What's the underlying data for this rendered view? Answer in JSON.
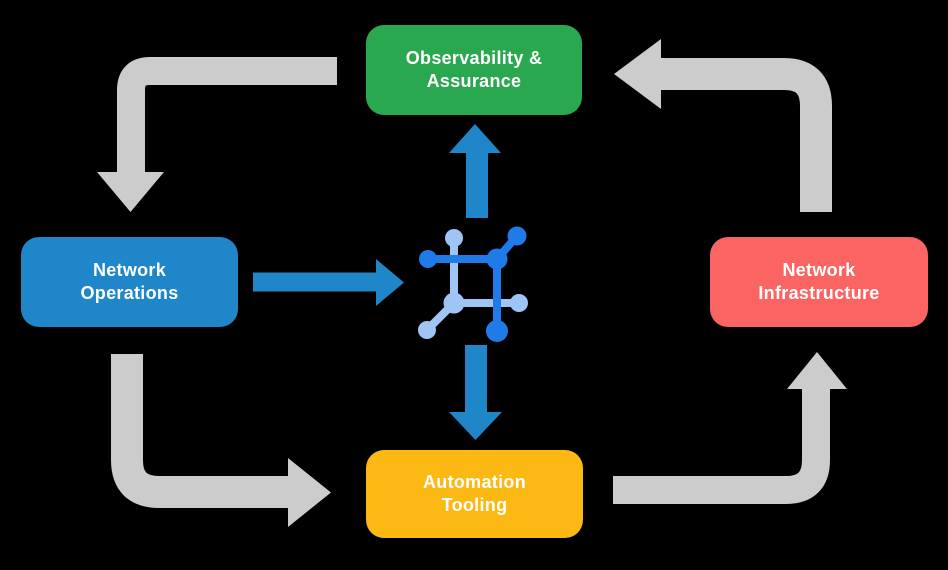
{
  "background_color": "#000000",
  "nodes": {
    "observability": {
      "line1": "Observability &",
      "line2": "Assurance",
      "color": "#2AA84F"
    },
    "operations": {
      "line1": "Network",
      "line2": "Operations",
      "color": "#1F86C9"
    },
    "infrastructure": {
      "line1": "Network",
      "line2": "Infrastructure",
      "color": "#FA6564"
    },
    "automation": {
      "line1": "Automation",
      "line2": "Tooling",
      "color": "#FCB813"
    }
  },
  "arrows": {
    "gray": "#CCCCCC",
    "blue": "#1F86C9"
  },
  "center_icon": {
    "name": "network-automation-icon",
    "dark": "#1E7BE8",
    "light": "#9FC5F5"
  }
}
